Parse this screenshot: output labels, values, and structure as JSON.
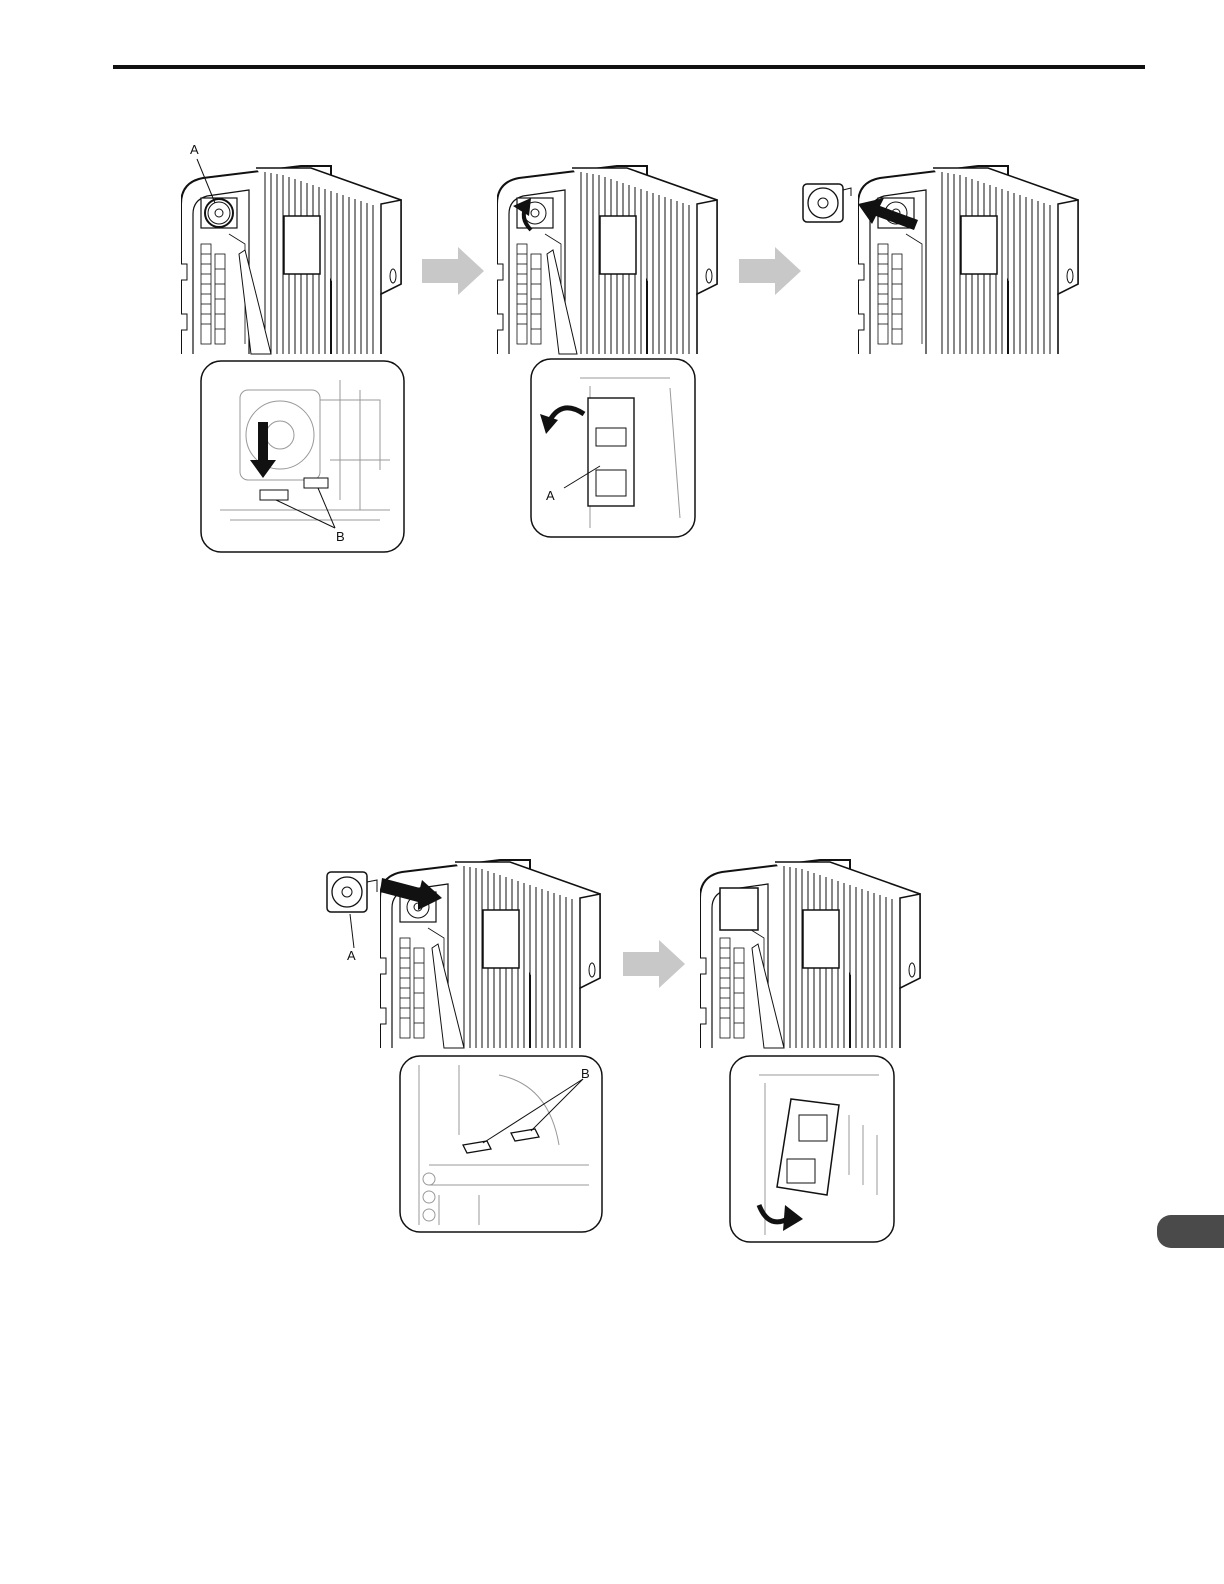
{
  "callouts": {
    "fig1_top_a": "A",
    "fig1_inset_b": "B",
    "fig2_inset_a": "A",
    "fig4_fan_a": "A",
    "fig4_inset_b": "B"
  },
  "icons": {
    "step_arrow": "step-arrow-icon",
    "move_arrow": "direction-arrow-icon",
    "rotate_arrow": "rotate-arrow-icon"
  },
  "colors": {
    "ink": "#111111",
    "step_arrow": "#c8c8c8",
    "side_tab": "#4a4a4a"
  }
}
